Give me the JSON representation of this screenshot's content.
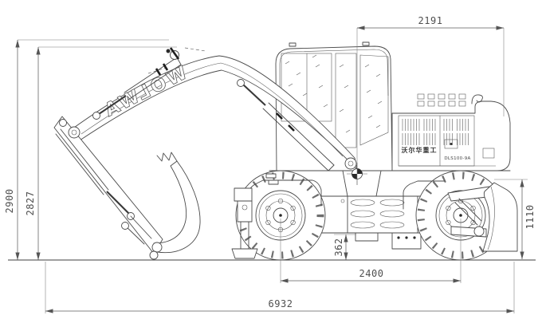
{
  "drawing": {
    "subject": "wheeled-excavator-side-view-technical-drawing",
    "background": "#ffffff",
    "line_color": "#4a4a4a",
    "dimension_color": "#4f4f4f"
  },
  "branding": {
    "boom_logo": "WOLWA",
    "body_label_cn": "沃尔华重工",
    "model_label": "DLS100-9A"
  },
  "dimensions": {
    "tail_to_rear": "2191",
    "height_max": "2900",
    "height_boom": "2827",
    "blade_height": "1110",
    "ground_clearance": "362",
    "wheelbase": "2400",
    "overall_length": "6932"
  }
}
